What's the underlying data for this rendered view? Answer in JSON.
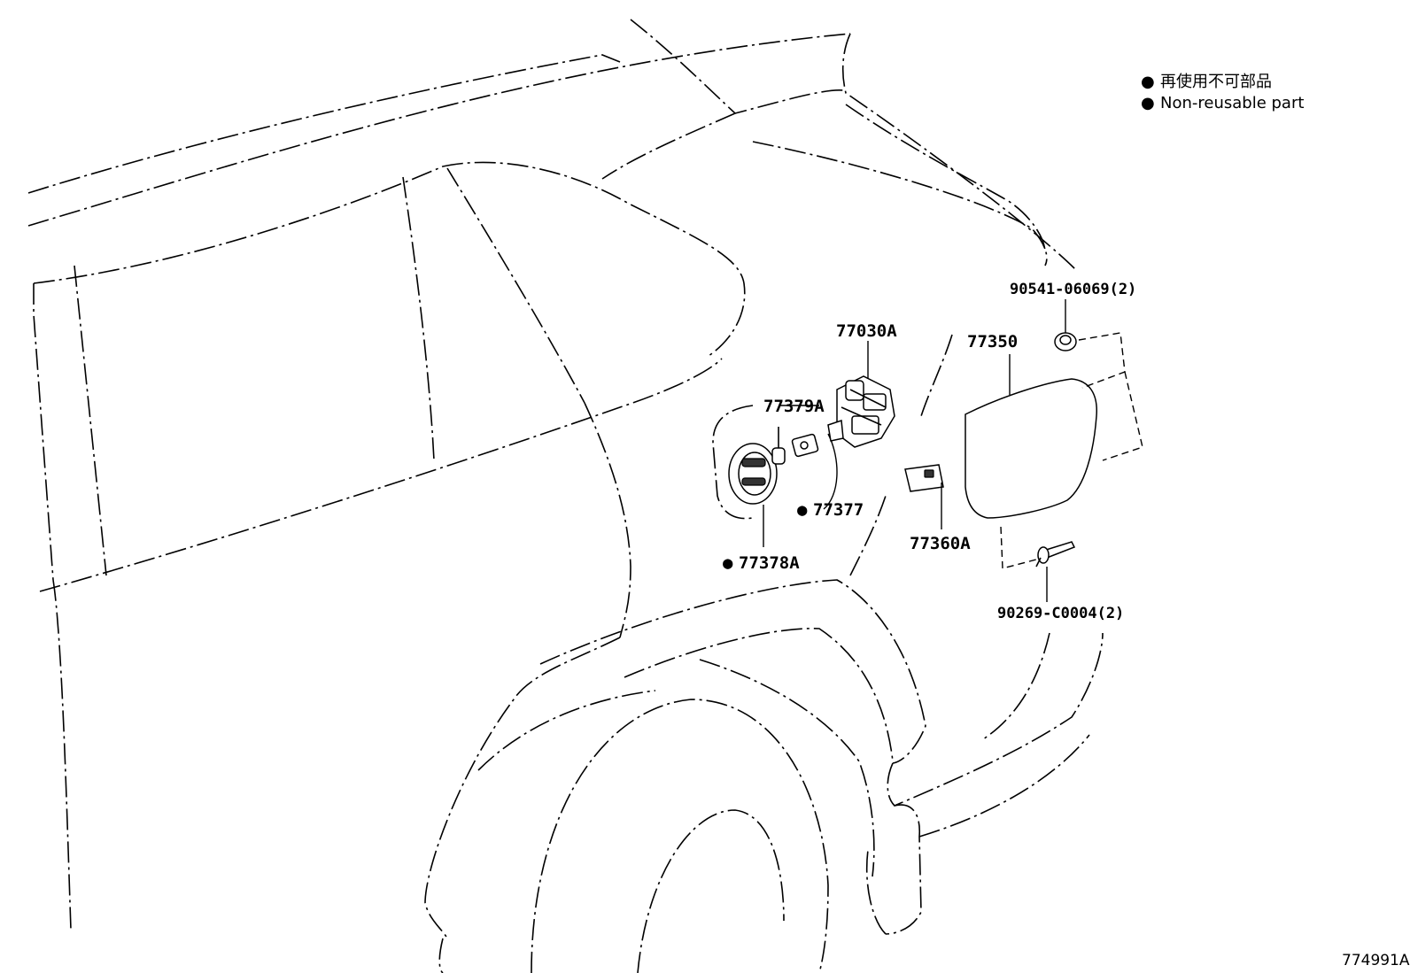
{
  "legend": {
    "symbol": "●",
    "label_ja": "再使用不可部品",
    "label_en": "Non-reusable part"
  },
  "parts": {
    "p77030A": "77030A",
    "p77379A": "77379A",
    "p77377": "77377",
    "p77378A": "77378A",
    "p77350": "77350",
    "p77360A": "77360A",
    "p90541": "90541-06069(2)",
    "p90269": "90269-C0004(2)"
  },
  "non_reusable_marker": "●",
  "diagram_ref": "774991A"
}
